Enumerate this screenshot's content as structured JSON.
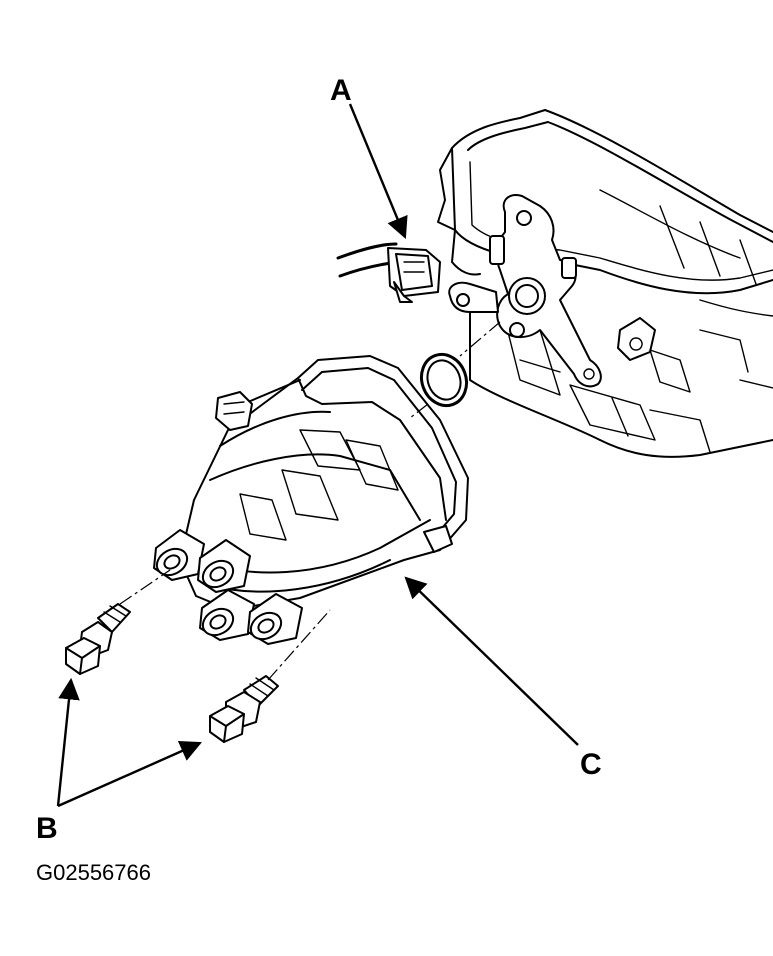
{
  "callouts": {
    "a": "A",
    "b": "B",
    "c": "C"
  },
  "figure_id": "G02556766",
  "colors": {
    "ink": "#000000",
    "paper": "#ffffff"
  }
}
